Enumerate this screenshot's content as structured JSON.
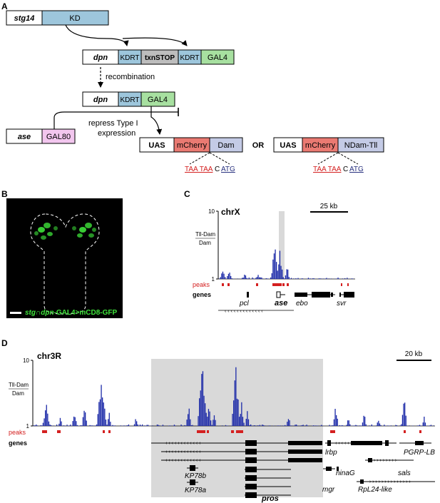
{
  "panel_labels": {
    "a": "A",
    "b": "B",
    "c": "C",
    "d": "D"
  },
  "panel_a": {
    "stg14": "stg14",
    "kd": "KD",
    "dpn": "dpn",
    "kdrt": "KDRT",
    "txnstop": "txnSTOP",
    "gal4": "GAL4",
    "recombination": "recombination",
    "ase": "ase",
    "gal80": "GAL80",
    "repress_line1": "repress Type I",
    "repress_line2": "expression",
    "uas": "UAS",
    "mcherry": "mCherry",
    "dam": "Dam",
    "or": "OR",
    "ndam_tll": "NDam-Tll",
    "seq_stop": "TAA TAA",
    "seq_c": "C",
    "seq_atg": "ATG",
    "colors": {
      "kd": "#9dc6dc",
      "kdrt": "#9dc6dc",
      "txnstop": "#bdbdbd",
      "gal4": "#a7e0a0",
      "gal80": "#f2c6ee",
      "mcherry": "#ea7a72",
      "dam": "#c4cbe6",
      "stop_text": "#d42020",
      "atg_text": "#27307e"
    }
  },
  "panel_b": {
    "caption_stg": "stg",
    "caption_cap": "∩",
    "caption_dpn": "dpn",
    "caption_rest": "-GAL4>mCD8-GFP",
    "caption_color": "#3ee23a"
  },
  "panel_c": {
    "chrom": "chrX",
    "scalebar": "25 kb",
    "y_max": "10",
    "y_min": "1",
    "ylabel_num": "Tll-Dam",
    "ylabel_den": "Dam",
    "peaks_label": "peaks",
    "genes_label": "genes",
    "genes": {
      "pcl": "pcl",
      "ase": "ase",
      "ebo": "ebo",
      "svr": "svr"
    },
    "peak_color": "#d42020",
    "signal_color": "#1c2aa8",
    "highlight_color": "#d9d9d9"
  },
  "panel_d": {
    "chrom": "chr3R",
    "scalebar": "20 kb",
    "y_max": "10",
    "y_min": "1",
    "ylabel_num": "Tll-Dam",
    "ylabel_den": "Dam",
    "peaks_label": "peaks",
    "genes_label": "genes",
    "genes": {
      "lrbp": "lrbp",
      "pgrp": "PGRP-LB",
      "kp78b": "KP78b",
      "ninag": "ninaG",
      "sals": "sals",
      "kp78a": "KP78a",
      "mgr": "mgr",
      "rpl24": "RpL24-like",
      "pros": "pros"
    },
    "peak_color": "#d42020",
    "signal_color": "#1c2aa8",
    "highlight_color": "#d9d9d9"
  }
}
